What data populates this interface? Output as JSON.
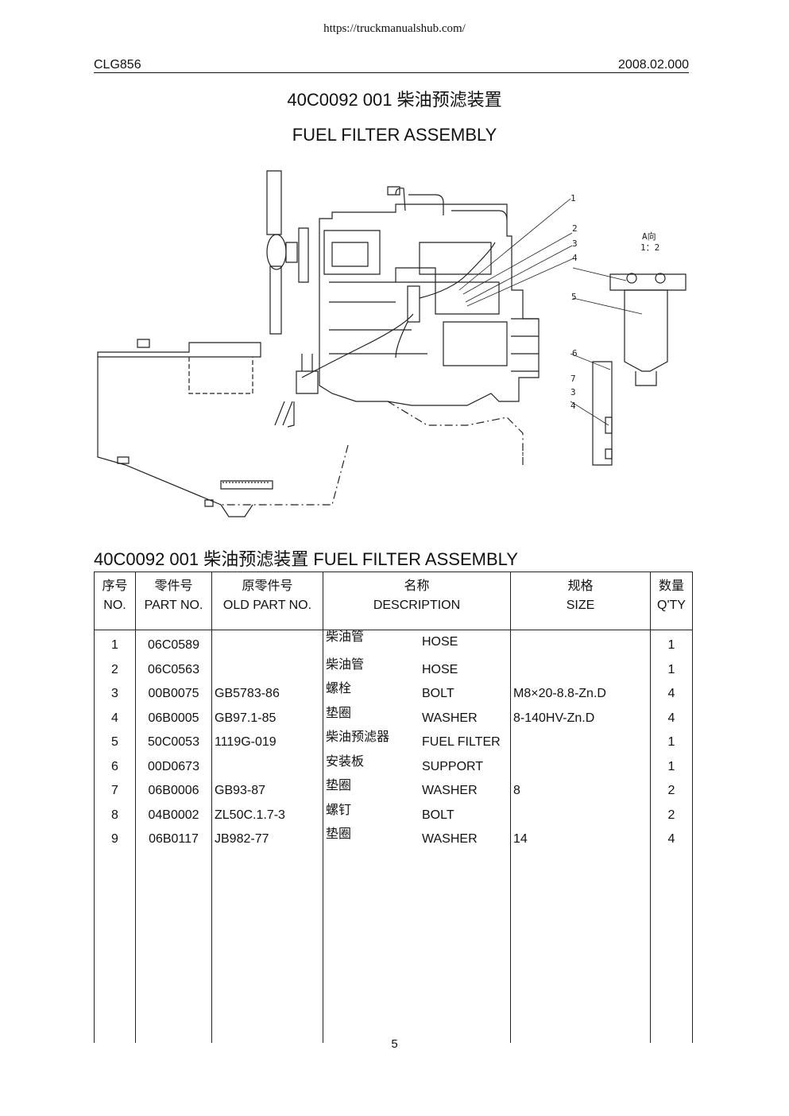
{
  "source_url": "https://truckmanualshub.com/",
  "header": {
    "model": "CLG856",
    "version": "2008.02.000"
  },
  "title_cn": "40C0092 001  柴油预滤装置",
  "title_en": "FUEL FILTER ASSEMBLY",
  "drawing": {
    "callouts": [
      "1",
      "2",
      "3",
      "4",
      "5",
      "6",
      "7",
      "3",
      "4"
    ],
    "view_label": "A向",
    "view_scale": "1：2"
  },
  "section_title": "40C0092 001  柴油预滤装置  FUEL FILTER ASSEMBLY",
  "table": {
    "headers": {
      "no_cn": "序号",
      "no_en": "NO.",
      "part_cn": "零件号",
      "part_en": "PART NO.",
      "old_cn": "原零件号",
      "old_en": "OLD PART NO.",
      "desc_cn": "名称",
      "desc_en": "DESCRIPTION",
      "size_cn": "规格",
      "size_en": "SIZE",
      "qty_cn": "数量",
      "qty_en": "Q'TY"
    },
    "rows": [
      {
        "no": "1",
        "part": "06C0589",
        "old": "",
        "cn": "柴油管",
        "en": "HOSE",
        "size": "",
        "qty": "1"
      },
      {
        "no": "2",
        "part": "06C0563",
        "old": "",
        "cn": "柴油管",
        "en": "HOSE",
        "size": "",
        "qty": "1"
      },
      {
        "no": "3",
        "part": "00B0075",
        "old": "GB5783-86",
        "cn": "螺栓",
        "en": "BOLT",
        "size": "M8×20-8.8-Zn.D",
        "qty": "4"
      },
      {
        "no": "4",
        "part": "06B0005",
        "old": "GB97.1-85",
        "cn": "垫圈",
        "en": "WASHER",
        "size": "8-140HV-Zn.D",
        "qty": "4"
      },
      {
        "no": "5",
        "part": "50C0053",
        "old": "1119G-019",
        "cn": "柴油预滤器",
        "en": "FUEL FILTER",
        "size": "",
        "qty": "1"
      },
      {
        "no": "6",
        "part": "00D0673",
        "old": "",
        "cn": "安装板",
        "en": "SUPPORT",
        "size": "",
        "qty": "1"
      },
      {
        "no": "7",
        "part": "06B0006",
        "old": "GB93-87",
        "cn": "垫圈",
        "en": "WASHER",
        "size": "8",
        "qty": "2"
      },
      {
        "no": "8",
        "part": "04B0002",
        "old": "ZL50C.1.7-3",
        "cn": "螺钉",
        "en": "BOLT",
        "size": "",
        "qty": "2"
      },
      {
        "no": "9",
        "part": "06B0117",
        "old": "JB982-77",
        "cn": "垫圈",
        "en": "WASHER",
        "size": "14",
        "qty": "4"
      }
    ]
  },
  "page_number": "5"
}
